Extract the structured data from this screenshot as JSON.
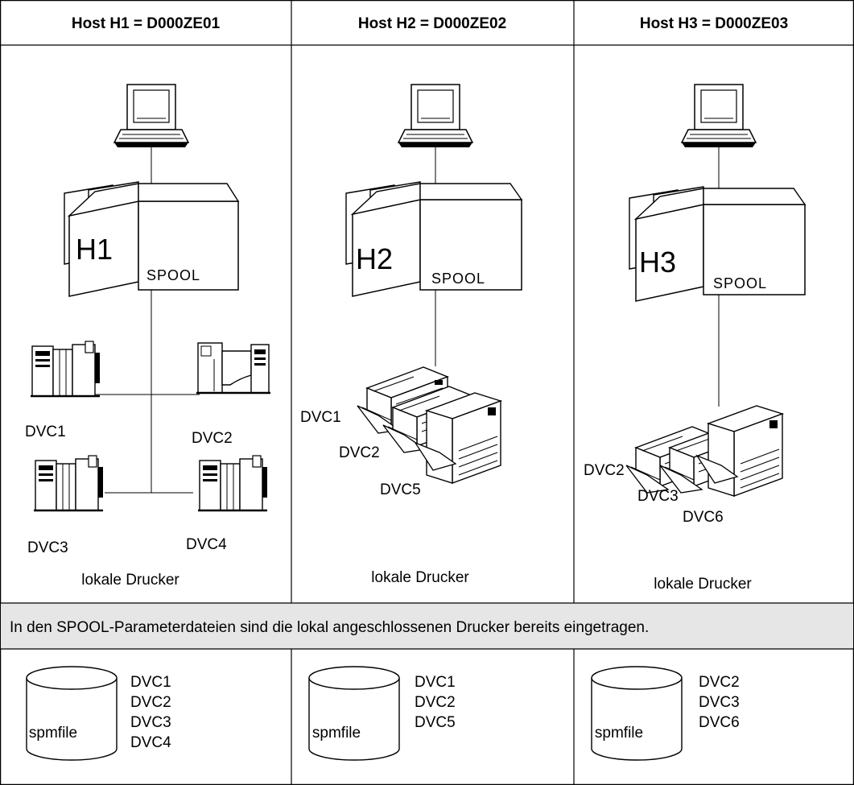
{
  "hosts": [
    {
      "title": "Host H1 = D000ZE01",
      "host_label": "H1",
      "spool_label": "SPOOL",
      "printers": [
        "DVC1",
        "DVC2",
        "DVC3",
        "DVC4"
      ],
      "local_label": "lokale Drucker",
      "spmfile": {
        "label": "spmfile",
        "entries": [
          "DVC1",
          "DVC2",
          "DVC3",
          "DVC4"
        ]
      }
    },
    {
      "title": "Host H2 = D000ZE02",
      "host_label": "H2",
      "spool_label": "SPOOL",
      "printers": [
        "DVC1",
        "DVC2",
        "DVC5"
      ],
      "local_label": "lokale Drucker",
      "spmfile": {
        "label": "spmfile",
        "entries": [
          "DVC1",
          "DVC2",
          "DVC5"
        ]
      }
    },
    {
      "title": "Host H3 = D000ZE03",
      "host_label": "H3",
      "spool_label": "SPOOL",
      "printers": [
        "DVC2",
        "DVC3",
        "DVC6"
      ],
      "local_label": "lokale Drucker",
      "spmfile": {
        "label": "spmfile",
        "entries": [
          "DVC2",
          "DVC3",
          "DVC6"
        ]
      }
    }
  ],
  "note": "In den SPOOL-Parameterdateien sind die lokal angeschlossenen Drucker bereits eingetragen.",
  "colors": {
    "border": "#000000",
    "note_background": "#e6e6e6",
    "fill": "#ffffff"
  }
}
